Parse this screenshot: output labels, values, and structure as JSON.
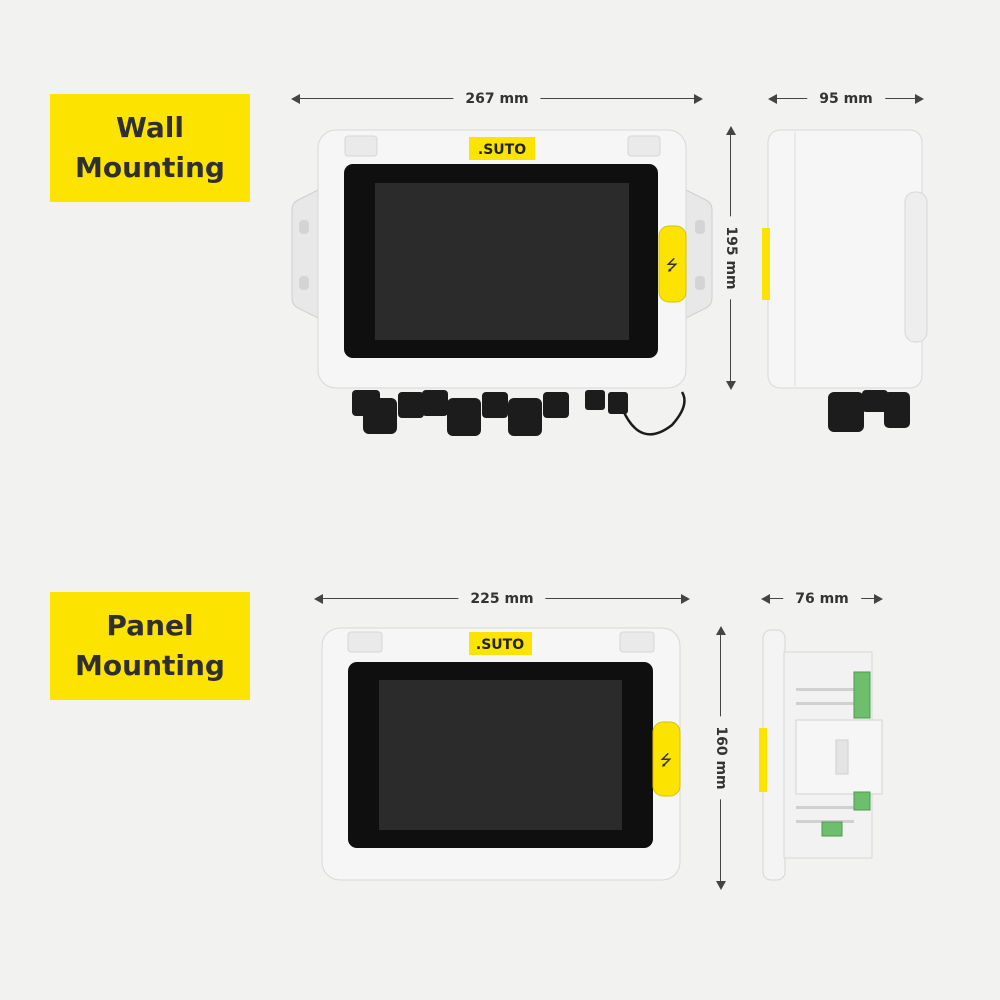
{
  "sections": {
    "wall": {
      "label_line1": "Wall",
      "label_line2": "Mounting",
      "width_dim": "267 mm",
      "height_dim": "195 mm",
      "depth_dim": "95 mm"
    },
    "panel": {
      "label_line1": "Panel",
      "label_line2": "Mounting",
      "width_dim": "225 mm",
      "height_dim": "160 mm",
      "depth_dim": "76 mm"
    }
  },
  "brand": {
    "logo": ".SUTO"
  },
  "colors": {
    "accent_yellow": "#fde400",
    "background": "#f2f2f0",
    "housing": "#f4f4f4",
    "screen": "#111111"
  },
  "icons": [
    "usb-icon"
  ]
}
